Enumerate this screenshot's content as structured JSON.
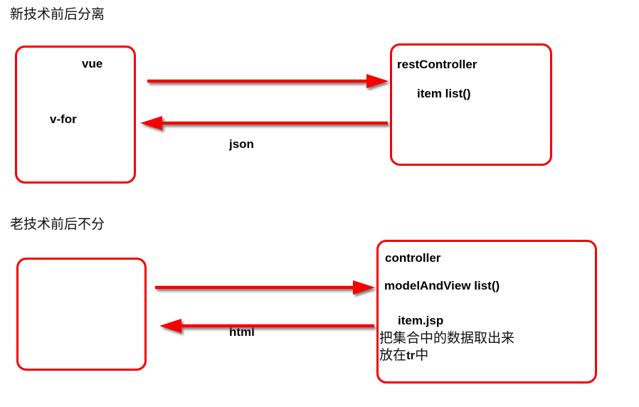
{
  "page": {
    "background": "#ffffff",
    "accent_red": "#f60000",
    "text_color": "#000000"
  },
  "sections": [
    {
      "id": "new-tech",
      "title": "新技术前后分离",
      "client_box": {
        "labels": [
          "vue",
          "v-for"
        ]
      },
      "server_box": {
        "labels": [
          "restController",
          "item list()"
        ]
      },
      "edges": [
        {
          "direction": "right",
          "label": ""
        },
        {
          "direction": "left",
          "label": "json"
        }
      ]
    },
    {
      "id": "old-tech",
      "title": "老技术前后不分",
      "client_box": {
        "labels": []
      },
      "server_box": {
        "labels": [
          "controller",
          "modelAndView list()",
          "item.jsp"
        ],
        "notes": [
          "把集合中的数据取出来",
          "放在",
          "tr",
          "中"
        ]
      },
      "edges": [
        {
          "direction": "right",
          "label": ""
        },
        {
          "direction": "left",
          "label": "html"
        }
      ]
    }
  ],
  "labels": {
    "title_new": "新技术前后分离",
    "title_old": "老技术前后不分",
    "vue": "vue",
    "vfor": "v-for",
    "rest_controller": "restController",
    "item_list": "item list()",
    "json": "json",
    "controller": "controller",
    "model_and_view": "modelAndView list()",
    "item_jsp": "item.jsp",
    "note_line1": "把集合中的数据取出来",
    "note_line2_pre": "放在",
    "note_line2_code": "tr",
    "note_line2_post": "中",
    "html": "html"
  },
  "icons": {
    "arrow_right": "arrow-right-icon",
    "arrow_left": "arrow-left-icon"
  }
}
